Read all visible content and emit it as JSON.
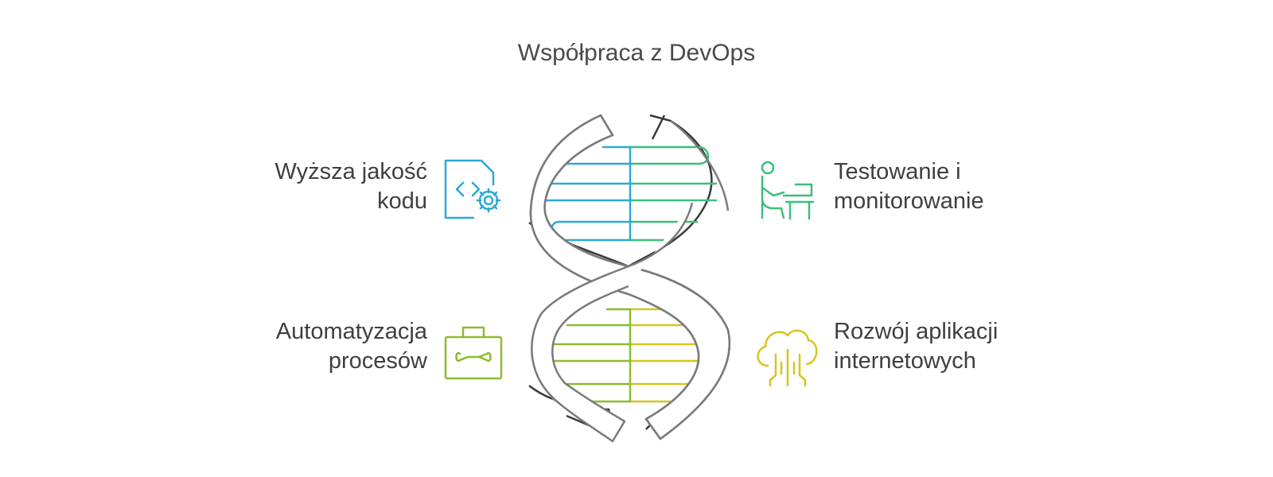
{
  "title": "Współpraca z DevOps",
  "items": {
    "top_left": {
      "line1": "Wyższa jakość",
      "line2": "kodu",
      "icon": "code-gear-icon",
      "color": "#2aa9d8"
    },
    "top_right": {
      "line1": "Testowanie i",
      "line2": "monitorowanie",
      "icon": "person-at-desk-icon",
      "color": "#3bbf7a"
    },
    "bottom_left": {
      "line1": "Automatyzacja",
      "line2": "procesów",
      "icon": "toolbox-icon",
      "color": "#8cbc2e"
    },
    "bottom_right": {
      "line1": "Rozwój aplikacji",
      "line2": "internetowych",
      "icon": "cloud-circuit-icon",
      "color": "#d8c41e"
    }
  },
  "colors": {
    "strand": "#7a7a7a",
    "strand_dark": "#3a3a3a"
  }
}
